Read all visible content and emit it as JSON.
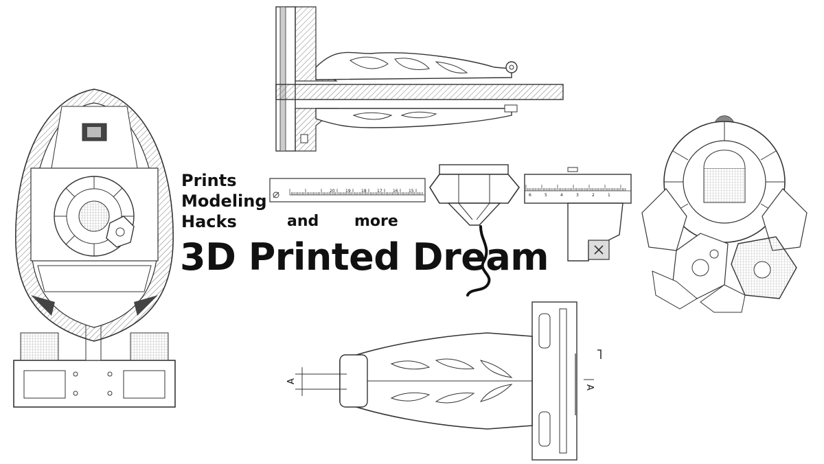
{
  "taglines": [
    "Prints",
    "Modeling",
    "Hacks"
  ],
  "and_more": [
    "and",
    "more"
  ],
  "brand": {
    "title": "3D Printed Dream",
    "colors": {
      "ink": "#111111",
      "line": "#333333",
      "hatch": "#888888"
    }
  },
  "drawings": {
    "egg_cutaway": "egg-cutaway-drawing",
    "top_bracket": "spool-holder-bracket-side-view",
    "caliper_ruler": "caliper-ruler-scale",
    "hotend_nut": "hex-nut-nozzle",
    "sphere_model": "hex-sphere-model",
    "bottom_bracket": "spool-holder-bracket-top-view"
  },
  "ruler_ticks": [
    "20",
    "19",
    "18",
    "17",
    "16",
    "15"
  ],
  "caliper_ticks": [
    "6",
    "5",
    "4",
    "3",
    "2",
    "1"
  ],
  "section_marks": [
    "A",
    "A"
  ]
}
